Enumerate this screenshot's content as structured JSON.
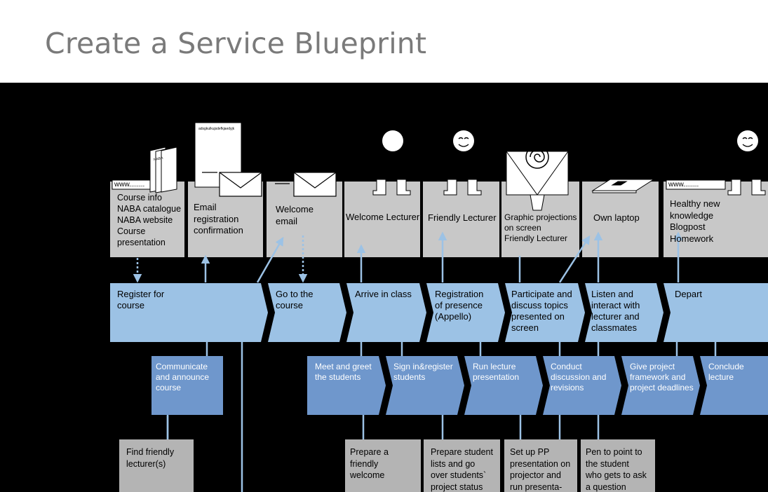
{
  "slide": {
    "title": "Create a Service Blueprint"
  },
  "evidence": [
    {
      "text": "Course info\nNABA catalogue\nNABA website\nCourse\npresentation",
      "url": "www........"
    },
    {
      "text": "Email\nregistration\nconfirmation",
      "doc_text": "adsgkulkujsdefkjaedyjk"
    },
    {
      "text": "Welcome\nemail"
    },
    {
      "text": "Welcome Lecturer"
    },
    {
      "text": "Friendly Lecturer"
    },
    {
      "text": "Graphic projections\non screen\nFriendly Lecturer"
    },
    {
      "text": "Own laptop"
    },
    {
      "text": "Healthy new\nknowledge\nBlogpost\nHomework",
      "url": "www........"
    }
  ],
  "book_label": "NABA",
  "customer_actions": [
    "Register for\ncourse",
    "Go to the\ncourse",
    "Arrive in class",
    "Registration\nof presence\n(Appello)",
    "Participate and\ndiscuss topics\npresented on\nscreen",
    "Listen and\ninteract with\nlecturer and\nclassmates",
    "Depart"
  ],
  "frontstage_actions": [
    "Communicate\nand announce\ncourse",
    "Meet and greet\nthe students",
    "Sign in&register\nstudents",
    "Run lecture\npresentation",
    "Conduct\ndiscussion and\nrevisions",
    "Give project\nframework and\nproject deadlines",
    "Conclude\nlecture"
  ],
  "support_processes": [
    "Find friendly\nlecturer(s)",
    "Prepare a\nfriendly\nwelcome",
    "Prepare student\nlists and go\nover students`\nproject status",
    "Set up PP\npresentation on\nprojector and\nrun presenta-",
    "Pen to point to\nthe student\nwho gets to ask\na question"
  ],
  "colors": {
    "background": "#000000",
    "evidence_box": "#c8c8c8",
    "customer_action": "#9cc2e5",
    "frontstage_action": "#6f97cc",
    "support_box": "#b4b4b4",
    "connector": "#9cc2e5"
  }
}
